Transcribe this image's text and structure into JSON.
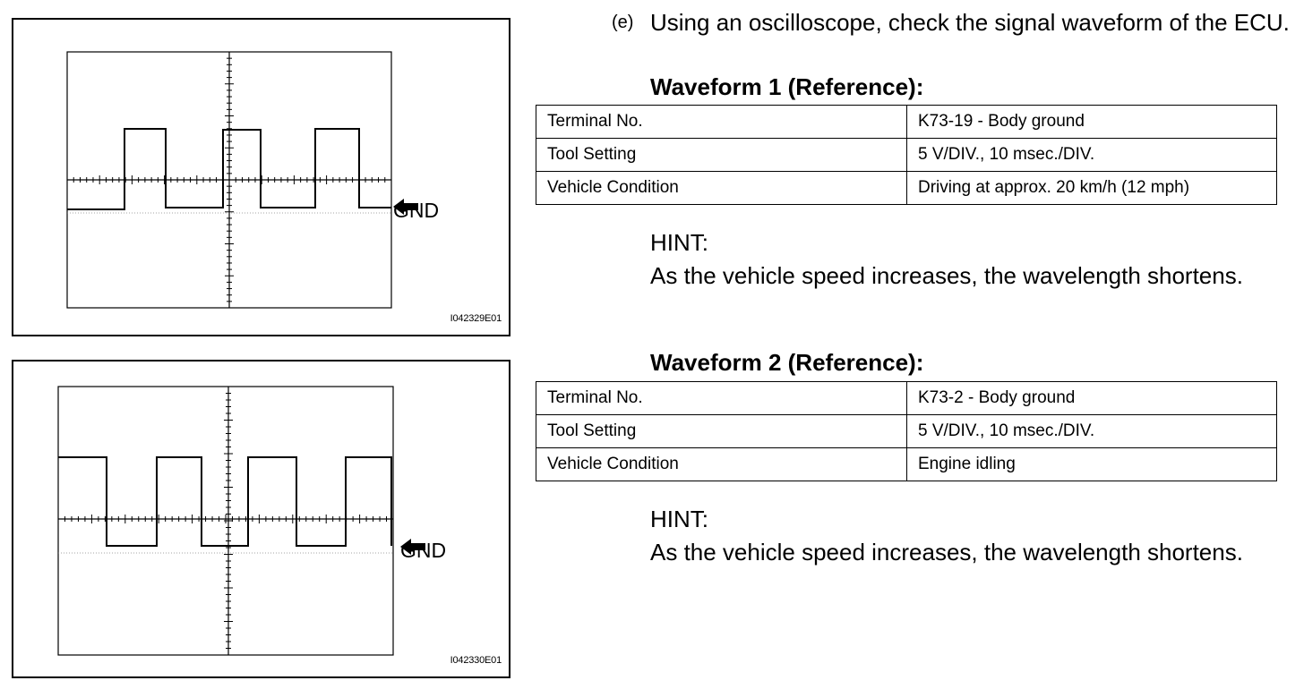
{
  "step": {
    "marker": "(e)",
    "text": "Using an oscilloscope, check the signal waveform of the ECU."
  },
  "waveforms": [
    {
      "heading": "Waveform 1 (Reference):",
      "figure_id": "I042329E01",
      "gnd_label": "GND",
      "rows": [
        {
          "label": "Terminal No.",
          "value": "K73-19 - Body ground"
        },
        {
          "label": "Tool Setting",
          "value": "5 V/DIV., 10 msec./DIV."
        },
        {
          "label": "Vehicle Condition",
          "value": "Driving at approx. 20 km/h (12 mph)"
        }
      ],
      "hint_label": "HINT:",
      "hint_text": "As the vehicle speed increases, the wavelength shortens."
    },
    {
      "heading": "Waveform 2 (Reference):",
      "figure_id": "I042330E01",
      "gnd_label": "GND",
      "rows": [
        {
          "label": "Terminal No.",
          "value": "K73-2 - Body ground"
        },
        {
          "label": "Tool Setting",
          "value": "5 V/DIV., 10 msec./DIV."
        },
        {
          "label": "Vehicle Condition",
          "value": "Engine idling"
        }
      ],
      "hint_label": "HINT:",
      "hint_text": "As the vehicle speed increases, the wavelength shortens."
    }
  ]
}
